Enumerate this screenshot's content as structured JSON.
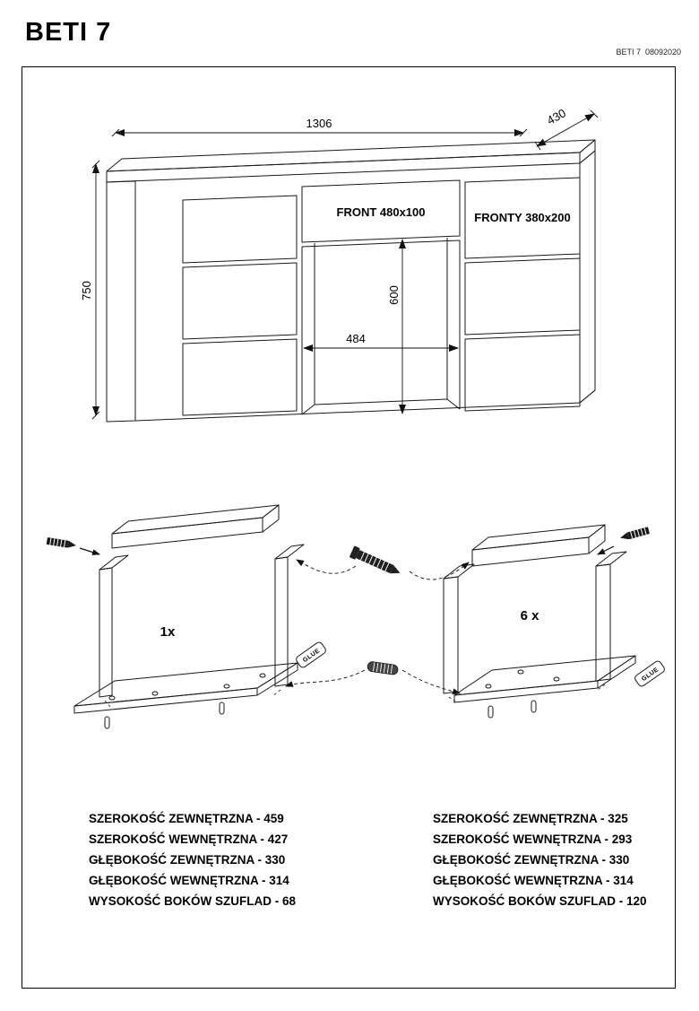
{
  "header": {
    "title": "BETI 7",
    "doc_code": "BETI 7  08092020"
  },
  "desk_drawing": {
    "dim_width": "1306",
    "dim_depth": "430",
    "dim_height": "750",
    "dim_inner_height": "600",
    "dim_inner_width": "484",
    "label_center_front": "FRONT 480x100",
    "label_side_fronts": "FRONTY 380x200"
  },
  "assembly": {
    "large_drawer_count": "1x",
    "small_drawer_count": "6 x",
    "glue_label": "GLUE"
  },
  "specs": {
    "large_drawer": [
      "SZEROKOŚĆ ZEWNĘTRZNA - 459",
      "SZEROKOŚĆ WEWNĘTRZNA - 427",
      "GŁĘBOKOŚĆ ZEWNĘTRZNA - 330",
      "GŁĘBOKOŚĆ WEWNĘTRZNA - 314",
      "WYSOKOŚĆ BOKÓW SZUFLAD - 68"
    ],
    "small_drawer": [
      "SZEROKOŚĆ ZEWNĘTRZNA - 325",
      "SZEROKOŚĆ WEWNĘTRZNA - 293",
      "GŁĘBOKOŚĆ ZEWNĘTRZNA - 330",
      "GŁĘBOKOŚĆ WEWNĘTRZNA - 314",
      "WYSOKOŚĆ BOKÓW SZUFLAD - 120"
    ]
  }
}
